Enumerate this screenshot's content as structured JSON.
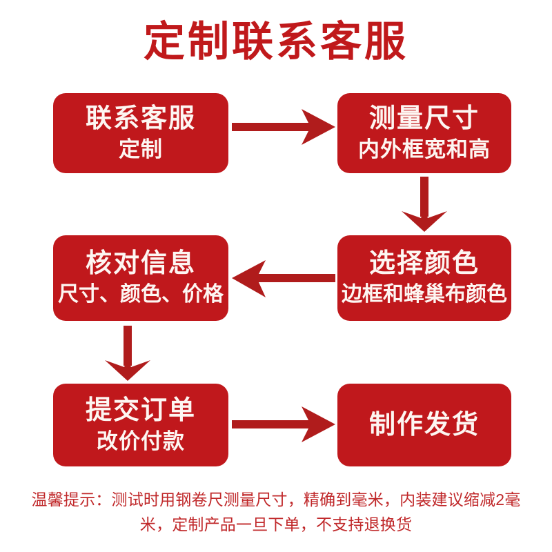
{
  "page": {
    "title": "定制联系客服",
    "background_color": "#ffffff",
    "brand_red": "#c0181c",
    "title_color": "#c0191b",
    "arrow_color": "#b01c1c",
    "box_text_color": "#fdf6f2",
    "note_color": "#c0282a"
  },
  "flow": {
    "steps": [
      {
        "id": "contact",
        "main": "联系客服",
        "sub": "定制"
      },
      {
        "id": "measure",
        "main": "测量尺寸",
        "sub": "内外框宽和高"
      },
      {
        "id": "color",
        "main": "选择颜色",
        "sub": "边框和蜂巢布颜色"
      },
      {
        "id": "verify",
        "main": "核对信息",
        "sub": "尺寸、颜色、价格"
      },
      {
        "id": "submit",
        "main": "提交订单",
        "sub": "改价付款"
      },
      {
        "id": "ship",
        "main": "制作发货",
        "sub": ""
      }
    ],
    "connectors": [
      {
        "id": "contact-to-measure",
        "direction": "right"
      },
      {
        "id": "measure-to-color",
        "direction": "down"
      },
      {
        "id": "color-to-verify",
        "direction": "left"
      },
      {
        "id": "verify-to-submit",
        "direction": "down"
      },
      {
        "id": "submit-to-ship",
        "direction": "right"
      }
    ]
  },
  "footer": {
    "note": "温馨提示：测试时用钢卷尺测量尺寸，精确到毫米，内装建议缩减2毫米，定制产品一旦下单，不支持退换货"
  }
}
